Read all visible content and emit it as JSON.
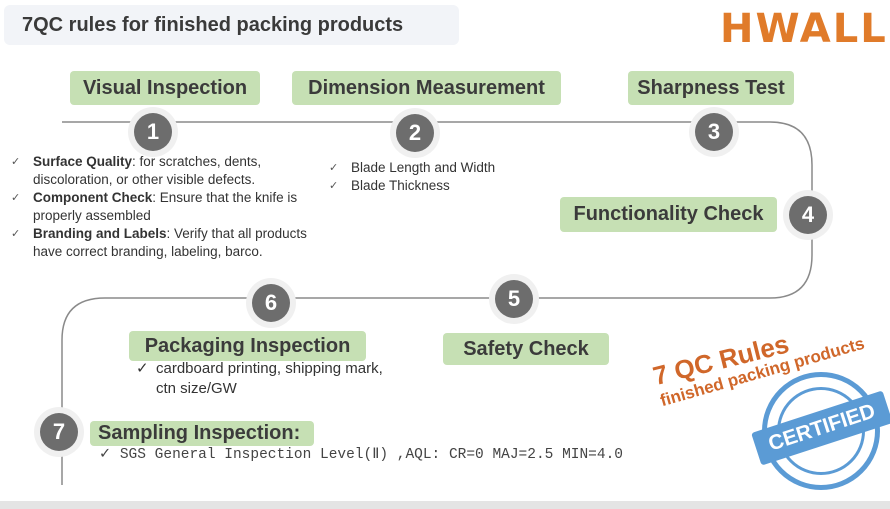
{
  "header": {
    "title": "7QC rules for finished packing products",
    "logo": "HWALLI"
  },
  "steps": [
    {
      "num": "1",
      "label": "Visual Inspection"
    },
    {
      "num": "2",
      "label": "Dimension Measurement"
    },
    {
      "num": "3",
      "label": "Sharpness Test"
    },
    {
      "num": "4",
      "label": "Functionality Check"
    },
    {
      "num": "5",
      "label": "Safety Check"
    },
    {
      "num": "6",
      "label": "Packaging Inspection"
    },
    {
      "num": "7",
      "label": "Sampling Inspection:"
    }
  ],
  "visual_items": [
    {
      "bold": "Surface Quality",
      "text": ": for scratches, dents, discoloration, or other visible defects."
    },
    {
      "bold": "Component Check",
      "text": ": Ensure that the knife is properly assembled"
    },
    {
      "bold": "Branding and Labels",
      "text": ": Verify  that all products have correct branding, labeling, barco."
    }
  ],
  "dimension_items": [
    "Blade Length and Width",
    "Blade Thickness"
  ],
  "packaging_items": [
    "cardboard printing, shipping mark, ctn size/GW"
  ],
  "sampling_items": [
    "SGS General Inspection Level(Ⅱ) ,AQL: CR=0 MAJ=2.5 MIN=4.0"
  ],
  "badge": {
    "line1": "7 QC Rules",
    "line2": "finished packing products",
    "stamp": "CERTIFIED"
  },
  "colors": {
    "label_green": "#c6e0b4",
    "accent_orange": "#d0672a",
    "stamp_blue": "#5b9bd5"
  }
}
